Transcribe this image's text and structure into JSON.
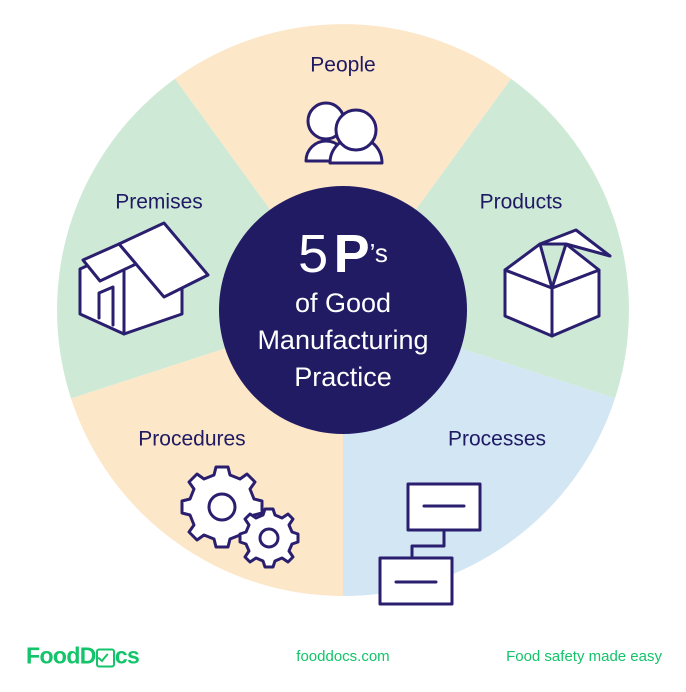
{
  "colors": {
    "peach": "#FCE7C8",
    "mint": "#CFE9D7",
    "blue": "#D3E6F4",
    "hub": "#211B63",
    "label_text": "#1F1A63",
    "icon_stroke": "#2A1F6E",
    "brand_green": "#13C46A",
    "page_background": "#FFFFFF"
  },
  "hub": {
    "line1_number": "5",
    "line1_letter": "P",
    "line1_suffix": "’s",
    "line2": "of Good",
    "line3": "Manufacturing",
    "line4": "Practice"
  },
  "segments": [
    {
      "key": "people",
      "label": "People",
      "icon": "two-people-icon",
      "color": "#FCE7C8",
      "start_angle": -36,
      "end_angle": 36
    },
    {
      "key": "products",
      "label": "Products",
      "icon": "open-box-icon",
      "color": "#CFE9D7",
      "start_angle": 36,
      "end_angle": 108
    },
    {
      "key": "processes",
      "label": "Processes",
      "icon": "flowchart-icon",
      "color": "#D3E6F4",
      "start_angle": 108,
      "end_angle": 180
    },
    {
      "key": "procedures",
      "label": "Procedures",
      "icon": "gears-icon",
      "color": "#FCE7C8",
      "start_angle": 180,
      "end_angle": 252
    },
    {
      "key": "premises",
      "label": "Premises",
      "icon": "house-icon",
      "color": "#CFE9D7",
      "start_angle": 252,
      "end_angle": 324
    }
  ],
  "footer": {
    "logo_text_before": "FoodD",
    "logo_mark": "checkbox-icon",
    "logo_text_after": "cs",
    "site": "fooddocs.com",
    "tagline": "Food safety made easy"
  }
}
